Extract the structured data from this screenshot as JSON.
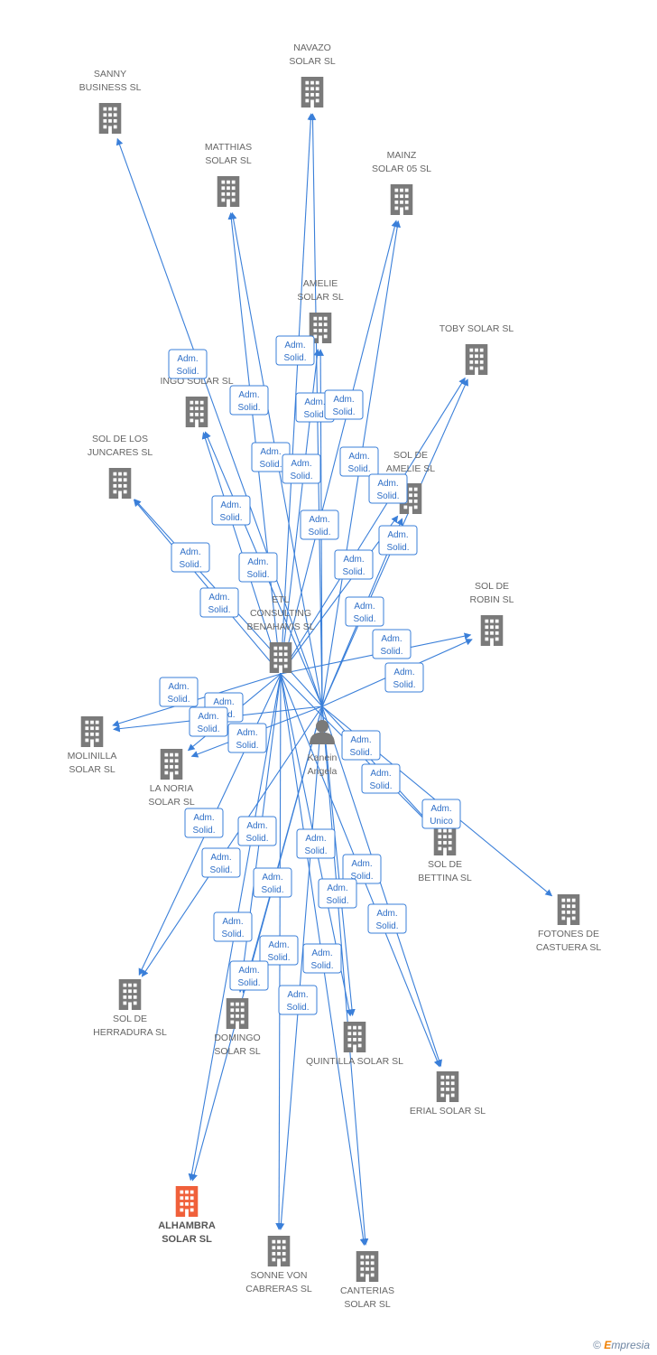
{
  "colors": {
    "edge": "#3a7fd9",
    "building": "#7a7a7a",
    "highlight_building": "#f0603a",
    "person": "#7a7a7a",
    "badge_border": "#3a7fd9",
    "badge_text": "#2f6fc7"
  },
  "nodes": [
    {
      "id": "navazo",
      "lines": [
        "NAVAZO",
        "SOLAR SL"
      ],
      "icon": "building-icon"
    },
    {
      "id": "sanny",
      "lines": [
        "SANNY",
        "BUSINESS SL"
      ],
      "icon": "building-icon"
    },
    {
      "id": "matthias",
      "lines": [
        "MATTHIAS",
        "SOLAR SL"
      ],
      "icon": "building-icon"
    },
    {
      "id": "mainz",
      "lines": [
        "MAINZ",
        "SOLAR 05 SL"
      ],
      "icon": "building-icon"
    },
    {
      "id": "amelie",
      "lines": [
        "AMELIE",
        "SOLAR SL"
      ],
      "icon": "building-icon"
    },
    {
      "id": "toby",
      "lines": [
        "TOBY SOLAR SL"
      ],
      "icon": "building-icon"
    },
    {
      "id": "ingo",
      "lines": [
        "INGO SOLAR SL"
      ],
      "icon": "building-icon"
    },
    {
      "id": "juncares",
      "lines": [
        "SOL DE LOS",
        "JUNCARES SL"
      ],
      "icon": "building-icon"
    },
    {
      "id": "soldeamelie",
      "lines": [
        "SOL DE",
        "AMELIE SL"
      ],
      "icon": "building-icon"
    },
    {
      "id": "robin",
      "lines": [
        "SOL DE",
        "ROBIN SL"
      ],
      "icon": "building-icon"
    },
    {
      "id": "etl",
      "lines": [
        "ETL",
        "CONSULTING",
        "BENAHAVIS SL"
      ],
      "icon": "building-icon"
    },
    {
      "id": "molinilla",
      "lines": [
        "MOLINILLA",
        "SOLAR SL"
      ],
      "icon": "building-icon"
    },
    {
      "id": "noria",
      "lines": [
        "LA NORIA",
        "SOLAR SL"
      ],
      "icon": "building-icon"
    },
    {
      "id": "kanein",
      "lines": [
        "Kanein",
        "Angela"
      ],
      "icon": "person-icon"
    },
    {
      "id": "bettina",
      "lines": [
        "SOL DE",
        "BETTINA SL"
      ],
      "icon": "building-icon"
    },
    {
      "id": "fotones",
      "lines": [
        "FOTONES DE",
        "CASTUERA SL"
      ],
      "icon": "building-icon"
    },
    {
      "id": "herradura",
      "lines": [
        "SOL DE",
        "HERRADURA SL"
      ],
      "icon": "building-icon"
    },
    {
      "id": "domingo",
      "lines": [
        "DOMINGO",
        "SOLAR SL"
      ],
      "icon": "building-icon"
    },
    {
      "id": "quintilla",
      "lines": [
        "QUINTILLA SOLAR SL"
      ],
      "icon": "building-icon"
    },
    {
      "id": "erial",
      "lines": [
        "ERIAL SOLAR SL"
      ],
      "icon": "building-icon"
    },
    {
      "id": "alhambra",
      "lines": [
        "ALHAMBRA",
        "SOLAR SL"
      ],
      "icon": "building-icon",
      "highlight": true
    },
    {
      "id": "sonne",
      "lines": [
        "SONNE VON",
        "CABRERAS SL"
      ],
      "icon": "building-icon"
    },
    {
      "id": "canterias",
      "lines": [
        "CANTERIAS",
        "SOLAR SL"
      ],
      "icon": "building-icon"
    }
  ],
  "edges": [
    {
      "from": "kanein",
      "to": "navazo"
    },
    {
      "from": "kanein",
      "to": "sanny"
    },
    {
      "from": "kanein",
      "to": "matthias"
    },
    {
      "from": "kanein",
      "to": "mainz"
    },
    {
      "from": "kanein",
      "to": "amelie"
    },
    {
      "from": "kanein",
      "to": "toby"
    },
    {
      "from": "kanein",
      "to": "ingo"
    },
    {
      "from": "kanein",
      "to": "juncares"
    },
    {
      "from": "kanein",
      "to": "soldeamelie"
    },
    {
      "from": "kanein",
      "to": "robin"
    },
    {
      "from": "kanein",
      "to": "molinilla"
    },
    {
      "from": "kanein",
      "to": "noria"
    },
    {
      "from": "kanein",
      "to": "bettina"
    },
    {
      "from": "kanein",
      "to": "fotones"
    },
    {
      "from": "kanein",
      "to": "herradura"
    },
    {
      "from": "kanein",
      "to": "domingo"
    },
    {
      "from": "kanein",
      "to": "quintilla"
    },
    {
      "from": "kanein",
      "to": "erial"
    },
    {
      "from": "kanein",
      "to": "alhambra"
    },
    {
      "from": "kanein",
      "to": "sonne"
    },
    {
      "from": "kanein",
      "to": "canterias"
    },
    {
      "from": "etl",
      "to": "navazo"
    },
    {
      "from": "etl",
      "to": "matthias"
    },
    {
      "from": "etl",
      "to": "mainz"
    },
    {
      "from": "etl",
      "to": "amelie"
    },
    {
      "from": "etl",
      "to": "toby"
    },
    {
      "from": "etl",
      "to": "ingo"
    },
    {
      "from": "etl",
      "to": "juncares"
    },
    {
      "from": "etl",
      "to": "soldeamelie"
    },
    {
      "from": "etl",
      "to": "robin"
    },
    {
      "from": "etl",
      "to": "molinilla"
    },
    {
      "from": "etl",
      "to": "noria"
    },
    {
      "from": "etl",
      "to": "bettina"
    },
    {
      "from": "etl",
      "to": "herradura"
    },
    {
      "from": "etl",
      "to": "domingo"
    },
    {
      "from": "etl",
      "to": "quintilla"
    },
    {
      "from": "etl",
      "to": "erial"
    },
    {
      "from": "etl",
      "to": "alhambra"
    },
    {
      "from": "etl",
      "to": "sonne"
    },
    {
      "from": "etl",
      "to": "canterias"
    }
  ],
  "badges": [
    {
      "lines": [
        "Adm.",
        "Solid."
      ]
    },
    {
      "lines": [
        "Adm.",
        "Solid."
      ]
    },
    {
      "lines": [
        "Adm.",
        "Solid."
      ]
    },
    {
      "lines": [
        "Adm.",
        "Solid."
      ]
    },
    {
      "lines": [
        "Adm.",
        "Solid."
      ]
    },
    {
      "lines": [
        "Adm.",
        "Solid."
      ]
    },
    {
      "lines": [
        "Adm.",
        "Solid."
      ]
    },
    {
      "lines": [
        "Adm.",
        "Solid."
      ]
    },
    {
      "lines": [
        "Adm.",
        "Solid."
      ]
    },
    {
      "lines": [
        "Adm.",
        "Solid."
      ]
    },
    {
      "lines": [
        "Adm.",
        "Solid."
      ]
    },
    {
      "lines": [
        "Adm.",
        "Solid."
      ]
    },
    {
      "lines": [
        "Adm.",
        "Solid."
      ]
    },
    {
      "lines": [
        "Adm.",
        "Solid."
      ]
    },
    {
      "lines": [
        "Adm.",
        "Solid."
      ]
    },
    {
      "lines": [
        "Adm.",
        "Solid."
      ]
    },
    {
      "lines": [
        "Adm.",
        "Solid."
      ]
    },
    {
      "lines": [
        "Adm.",
        "Solid."
      ]
    },
    {
      "lines": [
        "Adm.",
        "Solid."
      ]
    },
    {
      "lines": [
        "Adm.",
        "Solid."
      ]
    },
    {
      "lines": [
        "Adm.",
        "Solid."
      ]
    },
    {
      "lines": [
        "Adm.",
        "Solid."
      ]
    },
    {
      "lines": [
        "Adm.",
        "Solid."
      ]
    },
    {
      "lines": [
        "Adm.",
        "Solid."
      ]
    },
    {
      "lines": [
        "Adm.",
        "Solid."
      ]
    },
    {
      "lines": [
        "Adm.",
        "Solid."
      ]
    },
    {
      "lines": [
        "Adm.",
        "Solid."
      ]
    },
    {
      "lines": [
        "Adm.",
        "Solid."
      ]
    },
    {
      "lines": [
        "Adm.",
        "Solid."
      ]
    },
    {
      "lines": [
        "Adm.",
        "Solid."
      ]
    },
    {
      "lines": [
        "Adm.",
        "Solid."
      ]
    },
    {
      "lines": [
        "Adm.",
        "Solid."
      ]
    },
    {
      "lines": [
        "Adm.",
        "Solid."
      ]
    },
    {
      "lines": [
        "Adm.",
        "Solid."
      ]
    },
    {
      "lines": [
        "Adm.",
        "Solid."
      ]
    },
    {
      "lines": [
        "Adm.",
        "Solid."
      ]
    },
    {
      "lines": [
        "Adm.",
        "Solid."
      ]
    },
    {
      "lines": [
        "Adm.",
        "Solid."
      ]
    },
    {
      "lines": [
        "Adm.",
        "Unico"
      ]
    }
  ],
  "footer": {
    "copyright": "©",
    "brand_first": "E",
    "brand_rest": "mpresia"
  }
}
